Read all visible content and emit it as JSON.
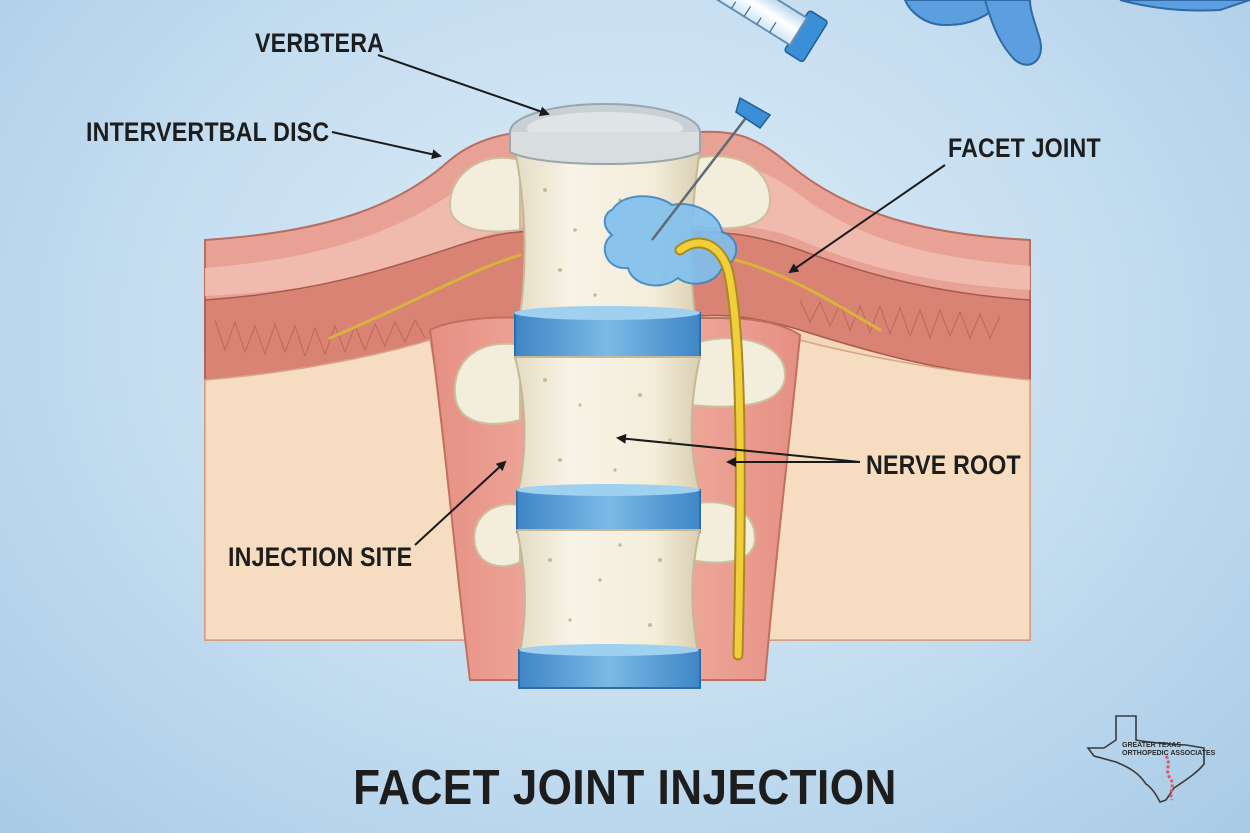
{
  "labels": {
    "vertebra": "VERBTERA",
    "disc": "INTERVERTBAL DISC",
    "facet": "FACET JOINT",
    "nerve": "NERVE ROOT",
    "injection": "INJECTION SITE"
  },
  "title": "FACET JOINT INJECTION",
  "logo": {
    "line1": "GREATER TEXAS",
    "line2": "ORTHOPEDIC ASSOCIATES"
  },
  "colors": {
    "bone": "#f4efdf",
    "disc": "#5fa3d8",
    "nerve": "#f0cf3a",
    "tissue": "#e9a294",
    "fat": "#f5dcc0",
    "glove": "#5b9fe0"
  }
}
